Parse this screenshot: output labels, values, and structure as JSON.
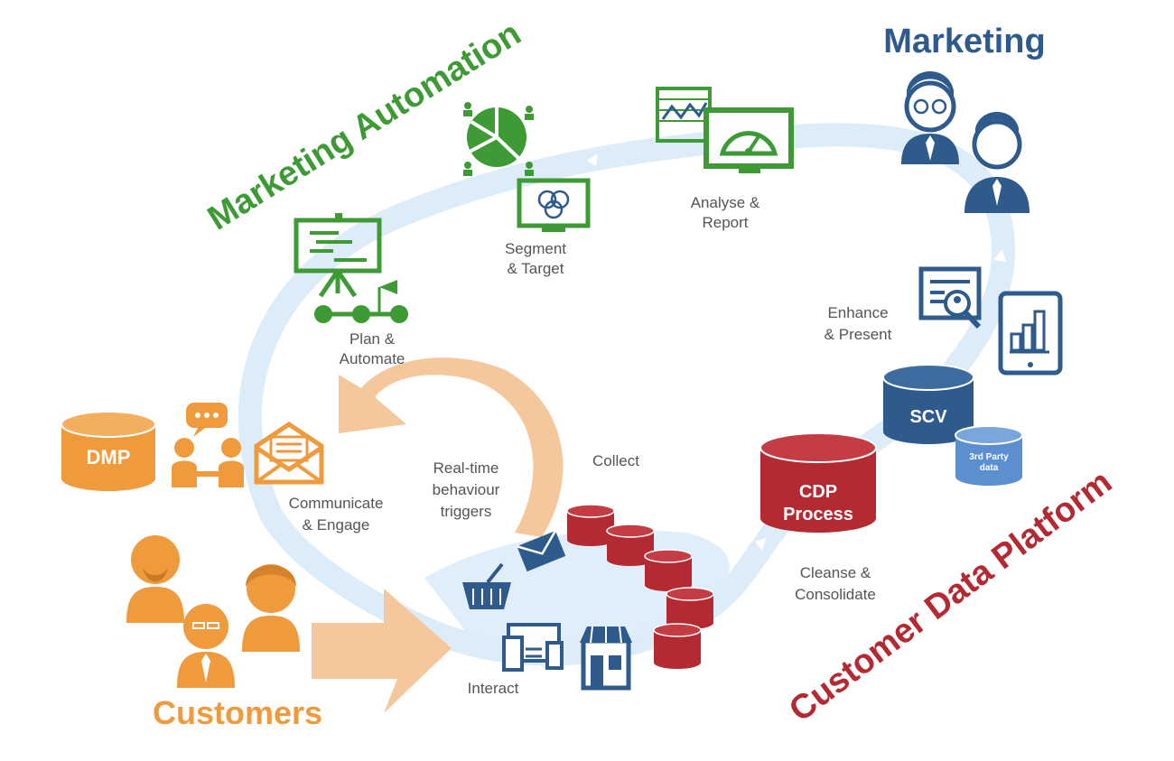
{
  "colors": {
    "green": "#3e9a35",
    "blue": "#2e5a8c",
    "orange": "#ef9a3c",
    "red": "#b32a33",
    "loop": "#dcecf8",
    "label": "#555555",
    "peach": "#f5c79c"
  },
  "titles": {
    "marketing_automation": "Marketing Automation",
    "marketing": "Marketing",
    "customers": "Customers",
    "customer_data_platform": "Customer Data Platform"
  },
  "steps": {
    "plan": [
      "Plan &",
      "Automate"
    ],
    "segment": [
      "Segment",
      "& Target"
    ],
    "analyse": [
      "Analyse &",
      "Report"
    ],
    "enhance": [
      "Enhance",
      "& Present"
    ],
    "cleanse": [
      "Cleanse &",
      "Consolidate"
    ],
    "collect": "Collect",
    "interact": "Interact",
    "communicate": [
      "Communicate",
      "& Engage"
    ],
    "triggers": [
      "Real-time",
      "behaviour",
      "triggers"
    ]
  },
  "databases": {
    "dmp": "DMP",
    "scv": "SCV",
    "third_party": [
      "3rd Party",
      "data"
    ],
    "cdp": [
      "CDP",
      "Process"
    ]
  },
  "icons": [
    "presentation-board-icon",
    "pie-chart-icon",
    "monitor-venn-icon",
    "line-chart-icon",
    "gauge-monitor-icon",
    "businessmen-icon",
    "profile-card-icon",
    "tablet-chart-icon",
    "chat-people-icon",
    "envelope-icon",
    "customers-icon",
    "shopping-basket-icon",
    "email-icon",
    "devices-icon",
    "store-icon"
  ]
}
